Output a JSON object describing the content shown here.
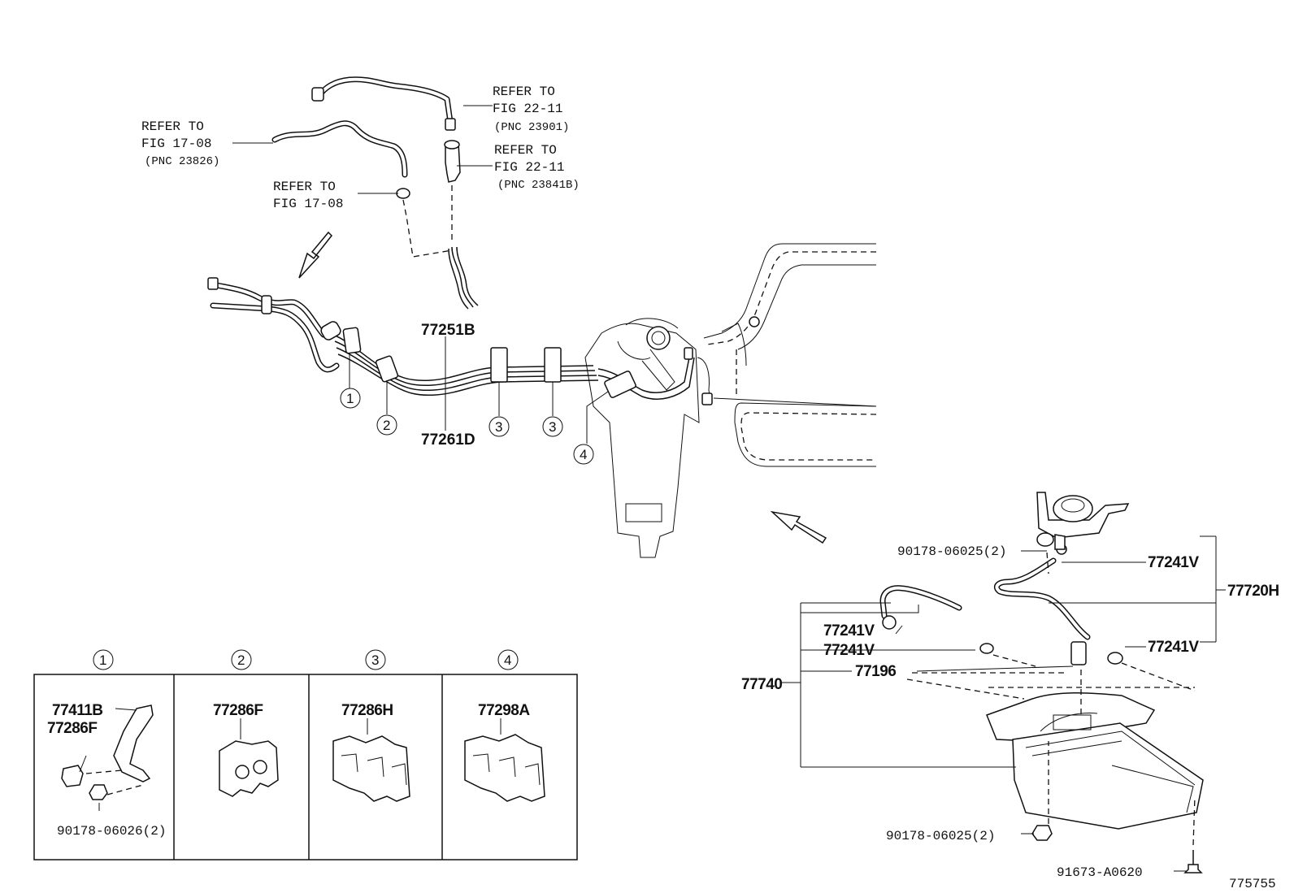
{
  "refs": {
    "ref1": {
      "line1": "REFER TO",
      "line2": "FIG 22-11",
      "pnc": "(PNC 23901)"
    },
    "ref2": {
      "line1": "REFER TO",
      "line2": "FIG 17-08",
      "pnc": "(PNC 23826)"
    },
    "ref3": {
      "line1": "REFER TO",
      "line2": "FIG 22-11",
      "pnc": "(PNC 23841B)"
    },
    "ref4": {
      "line1": "REFER TO",
      "line2": "FIG 17-08"
    }
  },
  "main": {
    "part_77251B": "77251B",
    "part_77261D": "77261D",
    "circle1": "1",
    "circle2": "2",
    "circle3a": "3",
    "circle3b": "3",
    "circle4": "4"
  },
  "canister": {
    "p90178_top": "90178-06025(2)",
    "p77241V_a": "77241V",
    "p77720H": "77720H",
    "p77241V_b": "77241V",
    "p77241V_c": "77241V",
    "p77241V_d": "77241V",
    "p77196": "77196",
    "p77740": "77740",
    "p90178_bottom": "90178-06025(2)",
    "p91673": "91673-A0620"
  },
  "table": {
    "headers": [
      "1",
      "2",
      "3",
      "4"
    ],
    "cell1": {
      "a": "77411B",
      "b": "77286F",
      "c": "90178-06026(2)"
    },
    "cell2": {
      "a": "77286F"
    },
    "cell3": {
      "a": "77286H"
    },
    "cell4": {
      "a": "77298A"
    }
  },
  "figure_id": "775755"
}
